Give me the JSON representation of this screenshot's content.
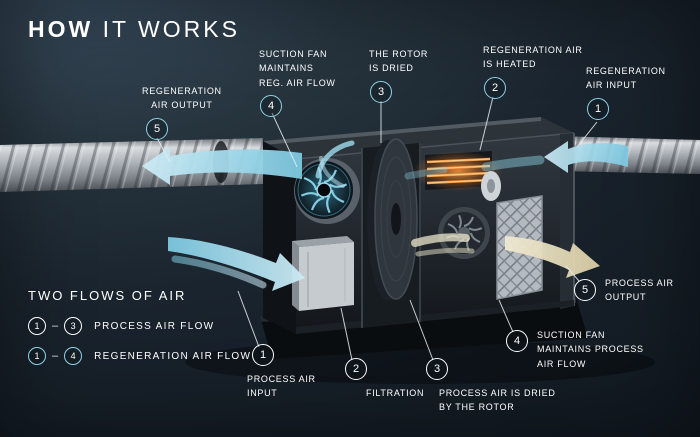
{
  "title": {
    "bold": "HOW",
    "rest": " IT WORKS"
  },
  "callouts": {
    "reg_output": {
      "number": "5",
      "label": "REGENERATION\nAIR OUTPUT"
    },
    "reg_fan": {
      "number": "4",
      "label": "SUCTION FAN\nMAINTAINS\nREG. AIR FLOW"
    },
    "rotor_dried": {
      "number": "3",
      "label": "THE ROTOR\nIS DRIED"
    },
    "reg_heated": {
      "number": "2",
      "label": "REGENERATION AIR\nIS HEATED"
    },
    "reg_input": {
      "number": "1",
      "label": "REGENERATION\nAIR INPUT"
    },
    "process_output": {
      "number": "5",
      "label": "PROCESS AIR\nOUTPUT"
    },
    "process_fan": {
      "number": "4",
      "label": "SUCTION FAN\nMAINTAINS PROCESS\nAIR FLOW"
    },
    "process_dried": {
      "number": "3",
      "label": "PROCESS AIR IS DRIED\nBY THE ROTOR"
    },
    "filtration": {
      "number": "2",
      "label": "FILTRATION"
    },
    "process_input": {
      "number": "1",
      "label": "PROCESS AIR\nINPUT"
    }
  },
  "legend": {
    "title": "TWO FLOWS OF AIR",
    "separator": "–",
    "process": {
      "from": "1",
      "to": "3",
      "label": "PROCESS AIR FLOW"
    },
    "regeneration": {
      "from": "1",
      "to": "4",
      "label": "REGENERATION AIR FLOW"
    }
  },
  "colors": {
    "background": "#1a242e",
    "accent_blue": "#8fd4e8",
    "flow_blue": "#a9dcec",
    "flow_cream": "#ece4c9",
    "heater_orange": "#ef953e",
    "text": "#ffffff"
  }
}
